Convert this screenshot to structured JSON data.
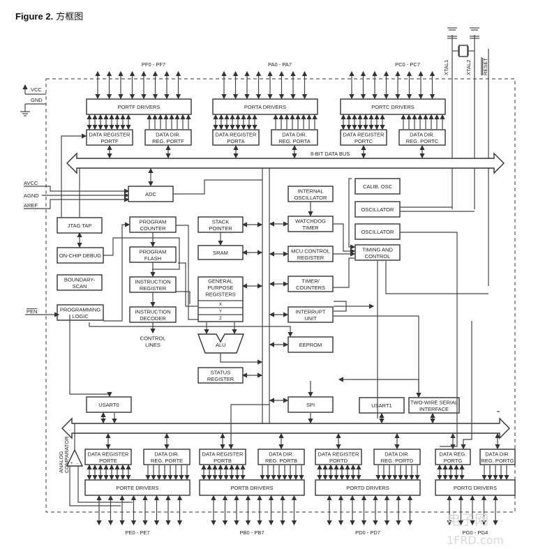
{
  "figure": {
    "label": "Figure 2.",
    "caption": "方框图"
  },
  "external_pins": {
    "vcc": "VCC",
    "gnd": "GND",
    "avcc": "AVCC",
    "agnd": "AGND",
    "aref": "AREF",
    "pen": "PEN",
    "xtal1": "XTAL1",
    "xtal2": "XTAL2",
    "reset": "RESET"
  },
  "port_pin_labels": {
    "portf": "PF0 - PF7",
    "porta": "PA0 - PA7",
    "portc": "PC0 - PC7",
    "porte": "PE0 - PE7",
    "portb": "PB0 - PB7",
    "portd": "PD0 - PD7",
    "portg": "PG0 - PG4"
  },
  "bus": {
    "label": "8-BIT DATA BUS"
  },
  "top_ports": [
    {
      "drivers": "PORTF DRIVERS",
      "data_reg": [
        "DATA REGISTER",
        "PORTF"
      ],
      "dir_reg": [
        "DATA DIR.",
        "REG. PORTF"
      ]
    },
    {
      "drivers": "PORTA DRIVERS",
      "data_reg": [
        "DATA REGISTER",
        "PORTA"
      ],
      "dir_reg": [
        "DATA DIR.",
        "REG. PORTA"
      ]
    },
    {
      "drivers": "PORTC DRIVERS",
      "data_reg": [
        "DATA REGISTER",
        "PORTC"
      ],
      "dir_reg": [
        "DATA DIR.",
        "REG. PORTC"
      ]
    }
  ],
  "bottom_ports": [
    {
      "drivers": "PORTE DRIVERS",
      "data_reg": [
        "DATA REGISTER",
        "PORTE"
      ],
      "dir_reg": [
        "DATA DIR.",
        "REG. PORTE"
      ]
    },
    {
      "drivers": "PORTB DRIVERS",
      "data_reg": [
        "DATA REGISTER",
        "PORTB"
      ],
      "dir_reg": [
        "DATA DIR.",
        "REG. PORTB"
      ]
    },
    {
      "drivers": "PORTD DRIVERS",
      "data_reg": [
        "DATA REGISTER",
        "PORTD"
      ],
      "dir_reg": [
        "DATA DIR.",
        "REG. PORTD"
      ]
    },
    {
      "drivers": "PORTG DRIVERS",
      "data_reg": [
        "DATA REG.",
        "PORTG"
      ],
      "dir_reg": [
        "DATA DIR.",
        "REG. PORTG"
      ]
    }
  ],
  "blocks": {
    "adc": [
      "ADC"
    ],
    "jtag": [
      "JTAG TAP"
    ],
    "ocd": [
      "ON-CHIP DEBUG"
    ],
    "bscan": [
      "BOUNDARY-",
      "SCAN"
    ],
    "proglogic": [
      "PROGRAMMING",
      "LOGIC"
    ],
    "pc": [
      "PROGRAM",
      "COUNTER"
    ],
    "flash": [
      "PROGRAM",
      "FLASH"
    ],
    "ir": [
      "INSTRUCTION",
      "REGISTER"
    ],
    "idec": [
      "INSTRUCTION",
      "DECODER"
    ],
    "ctrl": [
      "CONTROL",
      "LINES"
    ],
    "sp": [
      "STACK",
      "POINTER"
    ],
    "sram": [
      "SRAM"
    ],
    "gpr": [
      "GENERAL",
      "PURPOSE",
      "REGISTERS"
    ],
    "gpr_x": [
      "X"
    ],
    "gpr_y": [
      "Y"
    ],
    "gpr_z": [
      "Z"
    ],
    "alu": [
      "ALU"
    ],
    "sreg": [
      "STATUS",
      "REGISTER"
    ],
    "intosc": [
      "INTERNAL",
      "OSCILLATOR"
    ],
    "wdt": [
      "WATCHDOG",
      "TIMER"
    ],
    "mcucr": [
      "MCU CONTROL",
      "REGISTER"
    ],
    "timers": [
      "TIMER/",
      "COUNTERS"
    ],
    "irq": [
      "INTERRUPT",
      "UNIT"
    ],
    "eeprom": [
      "EEPROM"
    ],
    "spi": [
      "SPI"
    ],
    "calosc": [
      "CALIB. OSC"
    ],
    "osc1": [
      "OSCILLATOR"
    ],
    "osc2": [
      "OSCILLATOR"
    ],
    "timing": [
      "TIMING AND",
      "CONTROL"
    ],
    "usart0": [
      "USART0"
    ],
    "usart1": [
      "USART1"
    ],
    "twi": [
      "TWO-WIRE SERIAL",
      "INTERFACE"
    ],
    "acomp": [
      "ANALOG",
      "COMPARATOR"
    ]
  },
  "watermark": {
    "line1": "电子网",
    "line2": "1FRD.com"
  }
}
